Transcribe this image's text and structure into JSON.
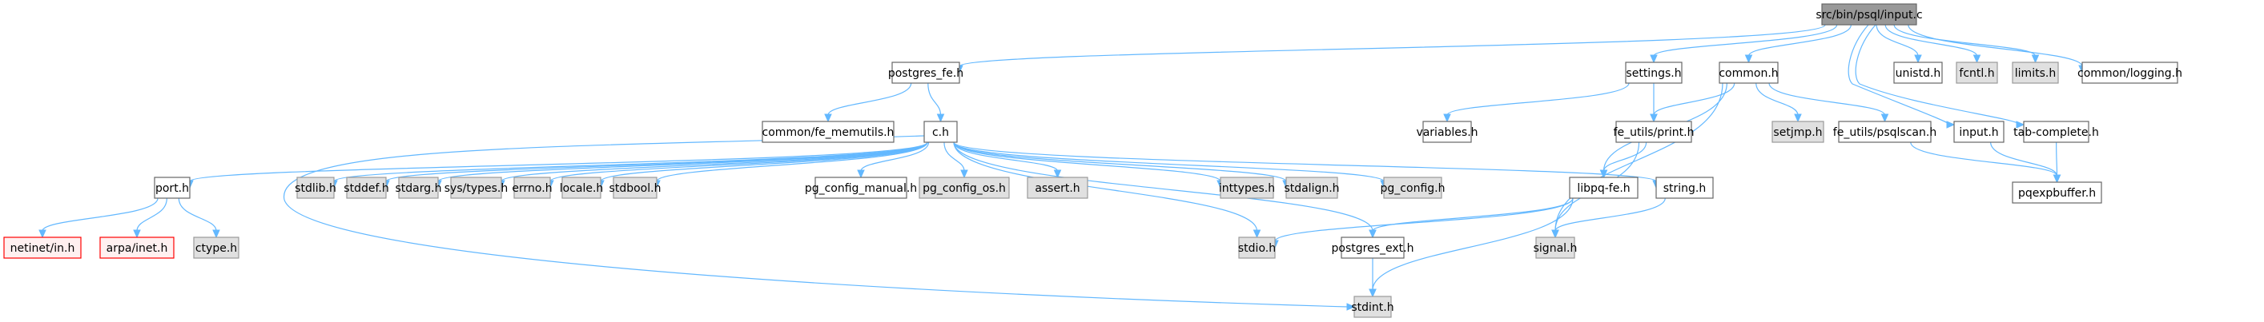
{
  "title": "src/bin/psql/input.c",
  "colors": {
    "root_fill": "#999999",
    "root_stroke": "#666666",
    "documented_fill": "#ffffff",
    "documented_stroke": "#666666",
    "system_fill": "#e0e0e0",
    "system_stroke": "#999999",
    "missing_fill": "#fff0f0",
    "missing_stroke": "#ff0000",
    "edge": "#63b8ff"
  },
  "nodes": [
    {
      "id": "input_c",
      "label": "src/bin/psql/input.c",
      "kind": "root"
    },
    {
      "id": "postgres_fe_h",
      "label": "postgres_fe.h",
      "kind": "documented"
    },
    {
      "id": "settings_h",
      "label": "settings.h",
      "kind": "documented"
    },
    {
      "id": "common_h",
      "label": "common.h",
      "kind": "documented"
    },
    {
      "id": "unistd_h",
      "label": "unistd.h",
      "kind": "documented"
    },
    {
      "id": "fcntl_h",
      "label": "fcntl.h",
      "kind": "system"
    },
    {
      "id": "limits_h",
      "label": "limits.h",
      "kind": "system"
    },
    {
      "id": "common_logging_h",
      "label": "common/logging.h",
      "kind": "documented"
    },
    {
      "id": "common_fe_memutils_h",
      "label": "common/fe_memutils.h",
      "kind": "documented"
    },
    {
      "id": "c_h",
      "label": "c.h",
      "kind": "documented"
    },
    {
      "id": "variables_h",
      "label": "variables.h",
      "kind": "documented"
    },
    {
      "id": "fe_utils_print_h",
      "label": "fe_utils/print.h",
      "kind": "documented"
    },
    {
      "id": "setjmp_h",
      "label": "setjmp.h",
      "kind": "system"
    },
    {
      "id": "fe_utils_psqlscan_h",
      "label": "fe_utils/psqlscan.h",
      "kind": "documented"
    },
    {
      "id": "input_h",
      "label": "input.h",
      "kind": "documented"
    },
    {
      "id": "tab_complete_h",
      "label": "tab-complete.h",
      "kind": "documented"
    },
    {
      "id": "port_h",
      "label": "port.h",
      "kind": "documented"
    },
    {
      "id": "stdlib_h",
      "label": "stdlib.h",
      "kind": "system"
    },
    {
      "id": "stddef_h",
      "label": "stddef.h",
      "kind": "system"
    },
    {
      "id": "stdarg_h",
      "label": "stdarg.h",
      "kind": "system"
    },
    {
      "id": "sys_types_h",
      "label": "sys/types.h",
      "kind": "system"
    },
    {
      "id": "errno_h",
      "label": "errno.h",
      "kind": "system"
    },
    {
      "id": "locale_h",
      "label": "locale.h",
      "kind": "system"
    },
    {
      "id": "stdbool_h",
      "label": "stdbool.h",
      "kind": "system"
    },
    {
      "id": "pg_config_manual_h",
      "label": "pg_config_manual.h",
      "kind": "documented"
    },
    {
      "id": "pg_config_os_h",
      "label": "pg_config_os.h",
      "kind": "system"
    },
    {
      "id": "assert_h",
      "label": "assert.h",
      "kind": "system"
    },
    {
      "id": "inttypes_h",
      "label": "inttypes.h",
      "kind": "system"
    },
    {
      "id": "stdalign_h",
      "label": "stdalign.h",
      "kind": "system"
    },
    {
      "id": "pg_config_h",
      "label": "pg_config.h",
      "kind": "system"
    },
    {
      "id": "libpq_fe_h",
      "label": "libpq-fe.h",
      "kind": "documented"
    },
    {
      "id": "string_h",
      "label": "string.h",
      "kind": "documented"
    },
    {
      "id": "pqexpbuffer_h",
      "label": "pqexpbuffer.h",
      "kind": "documented"
    },
    {
      "id": "netinet_in_h",
      "label": "netinet/in.h",
      "kind": "missing"
    },
    {
      "id": "arpa_inet_h",
      "label": "arpa/inet.h",
      "kind": "missing"
    },
    {
      "id": "ctype_h",
      "label": "ctype.h",
      "kind": "system"
    },
    {
      "id": "stdio_h",
      "label": "stdio.h",
      "kind": "system"
    },
    {
      "id": "postgres_ext_h",
      "label": "postgres_ext.h",
      "kind": "documented"
    },
    {
      "id": "signal_h",
      "label": "signal.h",
      "kind": "system"
    },
    {
      "id": "stdint_h",
      "label": "stdint.h",
      "kind": "system"
    }
  ],
  "edges": [
    [
      "input_c",
      "postgres_fe_h"
    ],
    [
      "input_c",
      "settings_h"
    ],
    [
      "input_c",
      "common_h"
    ],
    [
      "input_c",
      "unistd_h"
    ],
    [
      "input_c",
      "fcntl_h"
    ],
    [
      "input_c",
      "limits_h"
    ],
    [
      "input_c",
      "common_logging_h"
    ],
    [
      "input_c",
      "input_h"
    ],
    [
      "input_c",
      "tab_complete_h"
    ],
    [
      "postgres_fe_h",
      "common_fe_memutils_h"
    ],
    [
      "postgres_fe_h",
      "c_h"
    ],
    [
      "settings_h",
      "variables_h"
    ],
    [
      "settings_h",
      "fe_utils_print_h"
    ],
    [
      "common_h",
      "fe_utils_print_h"
    ],
    [
      "common_h",
      "setjmp_h"
    ],
    [
      "common_h",
      "fe_utils_psqlscan_h"
    ],
    [
      "common_h",
      "libpq_fe_h"
    ],
    [
      "common_h",
      "signal_h"
    ],
    [
      "c_h",
      "port_h"
    ],
    [
      "c_h",
      "stdlib_h"
    ],
    [
      "c_h",
      "stddef_h"
    ],
    [
      "c_h",
      "stdarg_h"
    ],
    [
      "c_h",
      "sys_types_h"
    ],
    [
      "c_h",
      "errno_h"
    ],
    [
      "c_h",
      "locale_h"
    ],
    [
      "c_h",
      "stdbool_h"
    ],
    [
      "c_h",
      "pg_config_manual_h"
    ],
    [
      "c_h",
      "pg_config_os_h"
    ],
    [
      "c_h",
      "assert_h"
    ],
    [
      "c_h",
      "inttypes_h"
    ],
    [
      "c_h",
      "stdalign_h"
    ],
    [
      "c_h",
      "pg_config_h"
    ],
    [
      "c_h",
      "string_h"
    ],
    [
      "c_h",
      "stdio_h"
    ],
    [
      "c_h",
      "postgres_ext_h"
    ],
    [
      "c_h",
      "stdint_h"
    ],
    [
      "fe_utils_print_h",
      "libpq_fe_h"
    ],
    [
      "fe_utils_print_h",
      "signal_h"
    ],
    [
      "fe_utils_psqlscan_h",
      "pqexpbuffer_h"
    ],
    [
      "input_h",
      "pqexpbuffer_h"
    ],
    [
      "tab_complete_h",
      "pqexpbuffer_h"
    ],
    [
      "port_h",
      "netinet_in_h"
    ],
    [
      "port_h",
      "arpa_inet_h"
    ],
    [
      "port_h",
      "ctype_h"
    ],
    [
      "libpq_fe_h",
      "stdio_h"
    ],
    [
      "libpq_fe_h",
      "postgres_ext_h"
    ],
    [
      "libpq_fe_h",
      "stdint_h"
    ],
    [
      "string_h",
      "signal_h"
    ],
    [
      "postgres_ext_h",
      "stdint_h"
    ]
  ]
}
